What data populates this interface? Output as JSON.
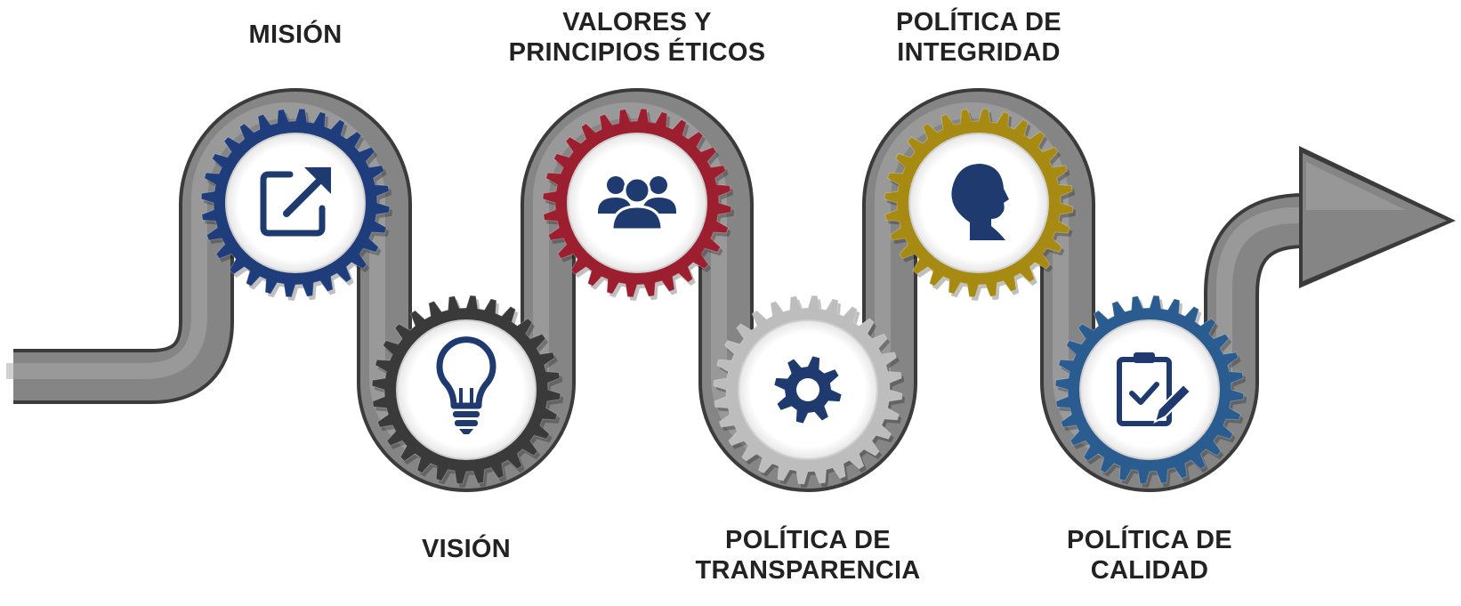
{
  "steps": [
    {
      "label": "MISIÓN",
      "icon": "external-link-icon",
      "gear_color": "#1f3d7a"
    },
    {
      "label": "VISIÓN",
      "icon": "lightbulb-icon",
      "gear_color": "#3a3a3a"
    },
    {
      "label": "VALORES Y\nPRINCIPIOS ÉTICOS",
      "icon": "people-group-icon",
      "gear_color": "#9b1f2e"
    },
    {
      "label": "POLÍTICA DE\nTRANSPARENCIA",
      "icon": "gear-icon",
      "gear_color": "#bdbdbd"
    },
    {
      "label": "POLÍTICA DE\nINTEGRIDAD",
      "icon": "head-profile-icon",
      "gear_color": "#a78a12"
    },
    {
      "label": "POLÍTICA DE\nCALIDAD",
      "icon": "clipboard-check-icon",
      "gear_color": "#2a5c8f"
    }
  ],
  "colors": {
    "path": "#858585",
    "path_dark": "#4a4a4a",
    "icon": "#1e3a6e",
    "text": "#222222"
  }
}
